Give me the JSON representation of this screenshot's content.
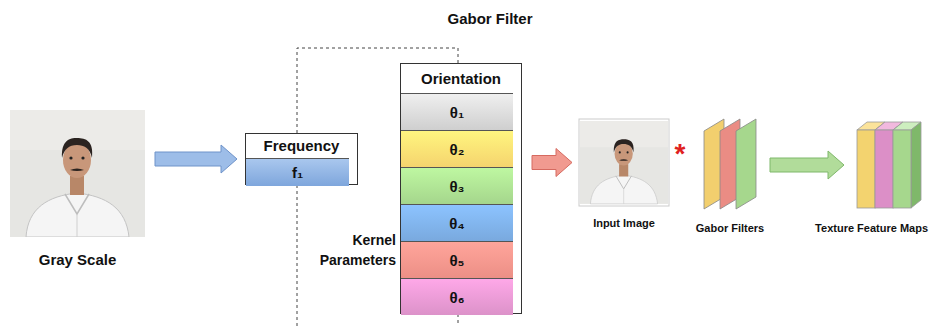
{
  "diagram": {
    "title": "Gabor Filter",
    "nodes": [
      {
        "text": [
          "Gray Scale"
        ]
      },
      {
        "text": [
          "Frequency"
        ]
      },
      {
        "text": [
          "f₁"
        ],
        "in": 1
      },
      {
        "text": [
          "Orientation"
        ]
      },
      {
        "text": [
          "θ₁"
        ],
        "in": 3
      },
      {
        "text": [
          "θ₂"
        ],
        "in": 3
      },
      {
        "text": [
          "θ₃"
        ],
        "in": 3
      },
      {
        "text": [
          "θ₄"
        ],
        "in": 3
      },
      {
        "text": [
          "θ₅"
        ],
        "in": 3
      },
      {
        "text": [
          "θ₆"
        ],
        "in": 3
      },
      {
        "text": [
          "Input Image"
        ]
      },
      {
        "text": [
          "Gabor Filters"
        ]
      },
      {
        "text": [
          "Texture Feature Maps"
        ]
      }
    ],
    "edges": [
      {
        "from": 0,
        "to": 1,
        "arrow": "to"
      },
      {
        "from": 3,
        "to": 10,
        "arrow": "to"
      },
      {
        "from": 11,
        "to": 12,
        "arrow": "to"
      }
    ],
    "labels": [
      "Kernel Parameters",
      "*"
    ]
  }
}
